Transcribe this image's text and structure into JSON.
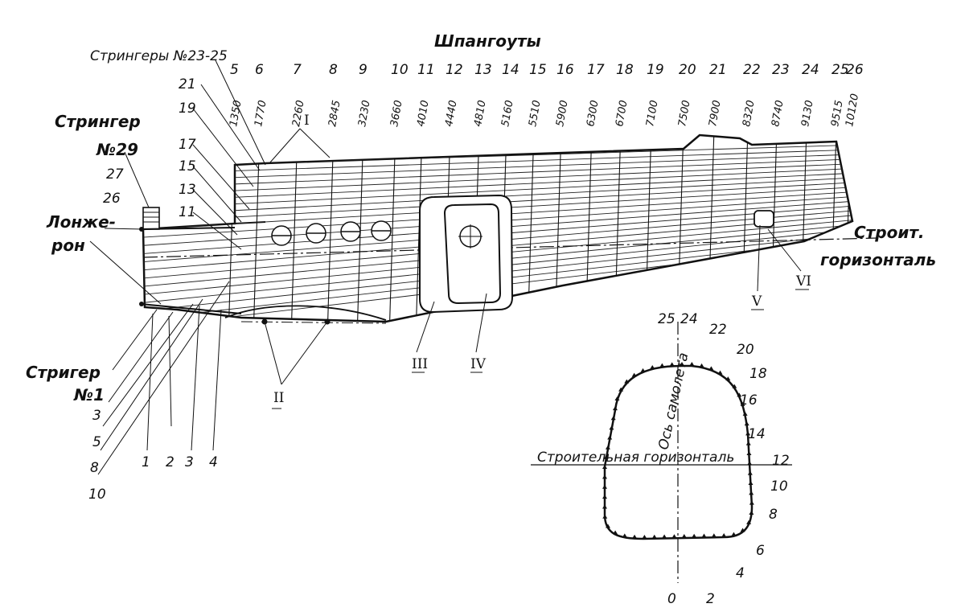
{
  "labels": {
    "frames_title": "Шпангоуты",
    "stringers_23_25": "Стрингеры №23-25",
    "stringer_29_line1": "Стрингер",
    "stringer_29_line2": "№29",
    "spar_line1": "Лонже-",
    "spar_line2": "рон",
    "stringer_1_line1": "Стригер",
    "stringer_1_line2": "№1",
    "datum_line1": "Строит.",
    "datum_line2": "горизонталь",
    "section_axis": "Ось самолета",
    "section_datum": "Строительная горизонталь"
  },
  "frames": [
    {
      "num": "5",
      "dim": "1350"
    },
    {
      "num": "6",
      "dim": "1770"
    },
    {
      "num": "7",
      "dim": "2260"
    },
    {
      "num": "8",
      "dim": "2845"
    },
    {
      "num": "9",
      "dim": "3230"
    },
    {
      "num": "10",
      "dim": "3660"
    },
    {
      "num": "11",
      "dim": "4010"
    },
    {
      "num": "12",
      "dim": "4440"
    },
    {
      "num": "13",
      "dim": "4810"
    },
    {
      "num": "14",
      "dim": "5160"
    },
    {
      "num": "15",
      "dim": "5510"
    },
    {
      "num": "16",
      "dim": "5900"
    },
    {
      "num": "17",
      "dim": "6300"
    },
    {
      "num": "18",
      "dim": "6700"
    },
    {
      "num": "19",
      "dim": "7100"
    },
    {
      "num": "20",
      "dim": "7500"
    },
    {
      "num": "21",
      "dim": "7900"
    },
    {
      "num": "22",
      "dim": "8320"
    },
    {
      "num": "23",
      "dim": "8740"
    },
    {
      "num": "24",
      "dim": "9130"
    },
    {
      "num": "25",
      "dim": "9515"
    },
    {
      "num": "26",
      "dim": "10120"
    }
  ],
  "upper_stringers": [
    "27",
    "26",
    "21",
    "19",
    "17",
    "15",
    "13",
    "11"
  ],
  "lower_stringers": [
    "3",
    "5",
    "8",
    "10"
  ],
  "bottom_frames": [
    "1",
    "2",
    "3",
    "4"
  ],
  "roman_marks": [
    "I",
    "II",
    "III",
    "IV",
    "V",
    "VI"
  ],
  "section_top_numbers": [
    "25",
    "24",
    "22",
    "20",
    "18",
    "16",
    "14",
    "12",
    "10",
    "8",
    "6",
    "4",
    "2",
    "0"
  ]
}
